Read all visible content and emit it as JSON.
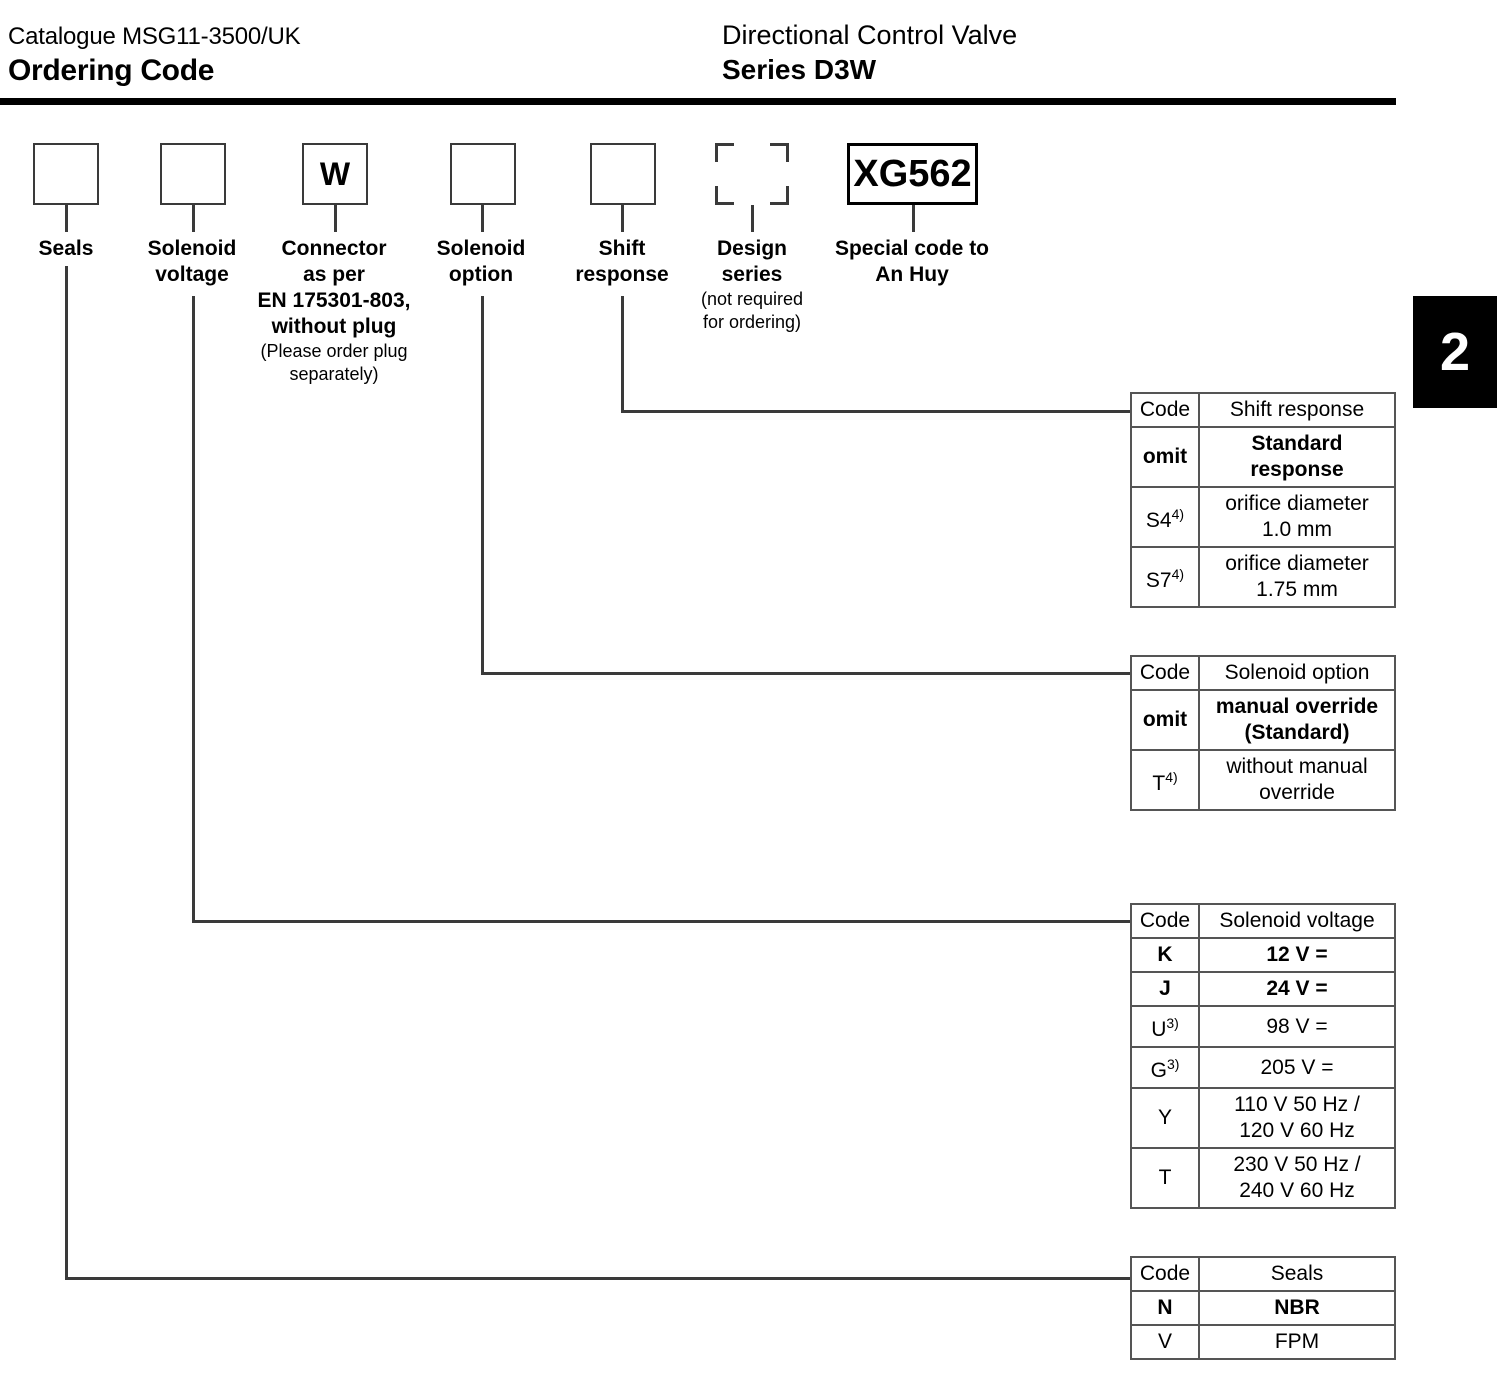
{
  "header": {
    "catalogue": "Catalogue MSG11-3500/UK",
    "title": "Ordering Code",
    "product_line": "Directional Control Valve",
    "series": "Series D3W"
  },
  "section_tab": {
    "number": "2"
  },
  "code_boxes": [
    {
      "value": "",
      "label": "Seals",
      "note": ""
    },
    {
      "value": "",
      "label": "Solenoid\nvoltage",
      "note": ""
    },
    {
      "value": "W",
      "label": "Connector\nas per\nEN 175301-803,\nwithout plug",
      "note": "(Please order plug\nseparately)"
    },
    {
      "value": "",
      "label": "Solenoid\noption",
      "note": ""
    },
    {
      "value": "",
      "label": "Shift\nresponse",
      "note": ""
    },
    {
      "value": "",
      "label": "Design\nseries",
      "note": "(not required\nfor ordering)"
    },
    {
      "value": "XG562",
      "label": "Special code to\nAn Huy",
      "note": ""
    }
  ],
  "box_labels": {
    "seals": "Seals",
    "solenoid_voltage_l1": "Solenoid",
    "solenoid_voltage_l2": "voltage",
    "connector_l1": "Connector",
    "connector_l2": "as per",
    "connector_l3": "EN 175301-803,",
    "connector_l4": "without plug",
    "connector_note_l1": "(Please order plug",
    "connector_note_l2": "separately)",
    "solenoid_option_l1": "Solenoid",
    "solenoid_option_l2": "option",
    "shift_response_l1": "Shift",
    "shift_response_l2": "response",
    "design_series_l1": "Design",
    "design_series_l2": "series",
    "design_series_note_l1": "(not required",
    "design_series_note_l2": "for ordering)",
    "special_code_l1": "Special code to",
    "special_code_l2": "An Huy"
  },
  "box_values": {
    "connector": "W",
    "special_code": "XG562"
  },
  "tables": {
    "shift_response": {
      "headers": [
        "Code",
        "Shift response"
      ],
      "rows": [
        {
          "code": "omit",
          "code_sup": "",
          "value": "Standard response",
          "bold": true
        },
        {
          "code": "S4",
          "code_sup": "4)",
          "value": "orifice diameter\n1.0 mm",
          "bold": false
        },
        {
          "code": "S7",
          "code_sup": "4)",
          "value": "orifice diameter\n1.75 mm",
          "bold": false
        }
      ]
    },
    "solenoid_option": {
      "headers": [
        "Code",
        "Solenoid option"
      ],
      "rows": [
        {
          "code": "omit",
          "code_sup": "",
          "value": "manual override\n(Standard)",
          "bold": true
        },
        {
          "code": "T",
          "code_sup": "4)",
          "value": "without manual\noverride",
          "bold": false
        }
      ]
    },
    "solenoid_voltage": {
      "headers": [
        "Code",
        "Solenoid voltage"
      ],
      "rows": [
        {
          "code": "K",
          "code_sup": "",
          "value": "12 V =",
          "bold": true
        },
        {
          "code": "J",
          "code_sup": "",
          "value": "24 V =",
          "bold": true
        },
        {
          "code": "U",
          "code_sup": "3)",
          "value": "98 V =",
          "bold": false
        },
        {
          "code": "G",
          "code_sup": "3)",
          "value": "205 V =",
          "bold": false
        },
        {
          "code": "Y",
          "code_sup": "",
          "value": "110 V 50 Hz /\n120 V 60 Hz",
          "bold": false
        },
        {
          "code": "T",
          "code_sup": "",
          "value": "230 V 50 Hz /\n240 V 60 Hz",
          "bold": false
        }
      ]
    },
    "seals": {
      "headers": [
        "Code",
        "Seals"
      ],
      "rows": [
        {
          "code": "N",
          "code_sup": "",
          "value": "NBR",
          "bold": true
        },
        {
          "code": "V",
          "code_sup": "",
          "value": "FPM",
          "bold": false
        }
      ]
    }
  },
  "table_titles": {
    "code": "Code",
    "shift_response": "Shift response",
    "solenoid_option": "Solenoid option",
    "solenoid_voltage": "Solenoid voltage",
    "seals": "Seals"
  },
  "colors": {
    "rule": "#000000",
    "tab_background": "#000000",
    "tab_text": "#ffffff",
    "line": "#3a3a3a",
    "table_border": "#555555"
  }
}
